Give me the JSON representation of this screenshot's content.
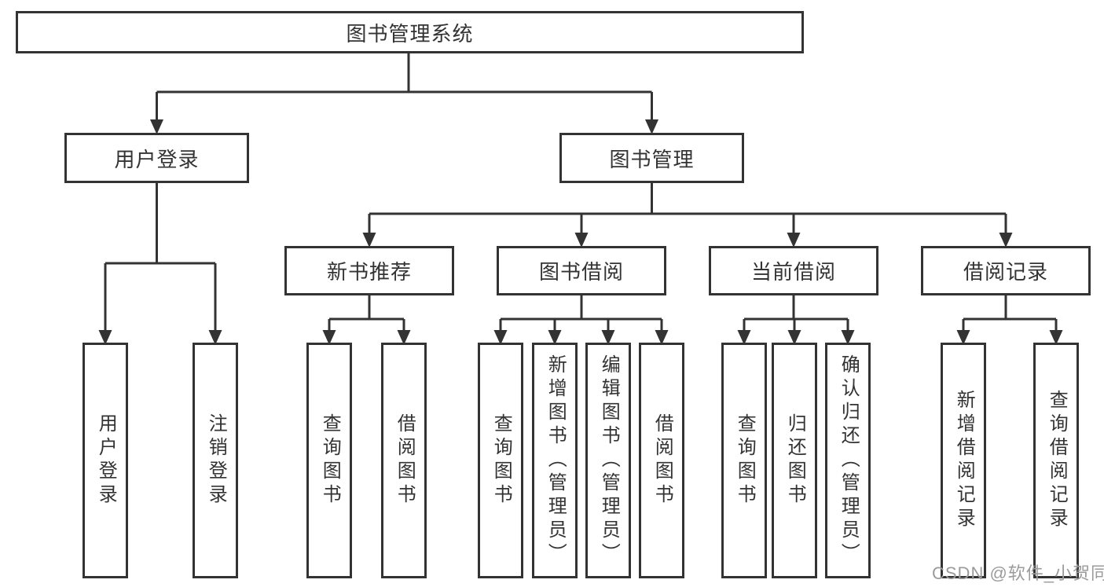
{
  "diagram": {
    "root": {
      "label": "图书管理系统"
    },
    "level2": [
      {
        "label": "用户登录"
      },
      {
        "label": "图书管理"
      }
    ],
    "level3": [
      {
        "label": "新书推荐"
      },
      {
        "label": "图书借阅"
      },
      {
        "label": "当前借阅"
      },
      {
        "label": "借阅记录"
      }
    ],
    "leaves": {
      "user_login": [
        "用户登录",
        "注销登录"
      ],
      "new_book_recommend": [
        "查询图书",
        "借阅图书"
      ],
      "book_borrow": [
        "查询图书",
        "新增图书（管理员）",
        "编辑图书（管理员）",
        "借阅图书"
      ],
      "current_borrow": [
        "查询图书",
        "归还图书",
        "确认归还（管理员）"
      ],
      "borrow_records": [
        "新增借阅记录",
        "查询借阅记录"
      ]
    }
  },
  "watermark": {
    "text": "CSDN @软件_小贺同学",
    "color": "#9b9b9b"
  },
  "colors": {
    "line": "#333333",
    "text": "#333333",
    "background": "#ffffff"
  }
}
